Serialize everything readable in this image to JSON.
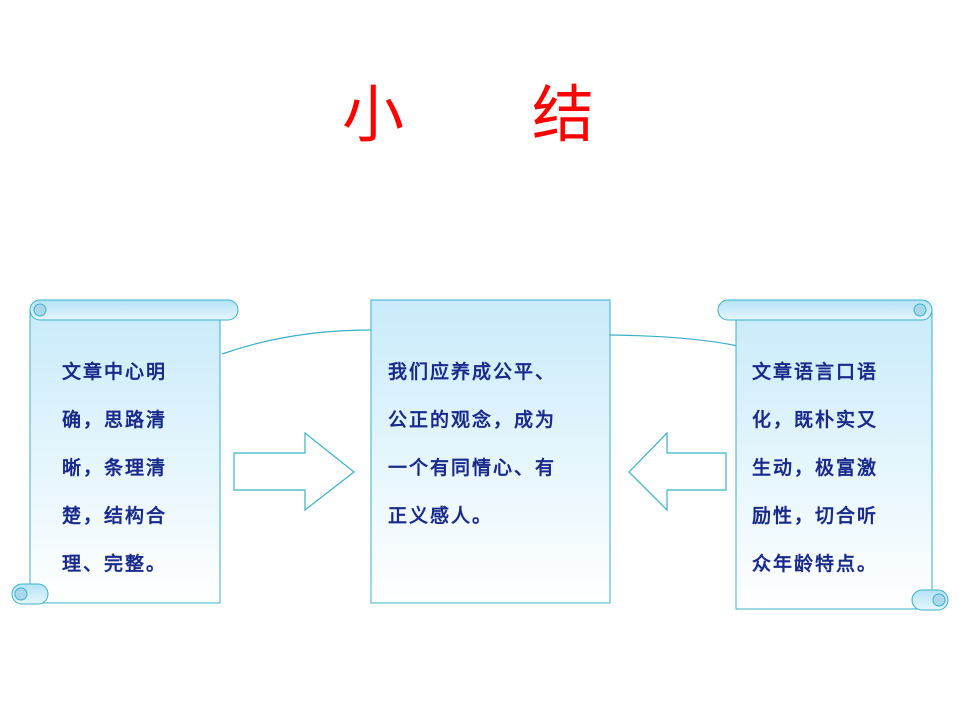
{
  "title": {
    "left": "小",
    "right": "结"
  },
  "left_scroll": {
    "lines": [
      "文章中心明",
      "确，思路清",
      "晰，条理清",
      "楚，结构合",
      "理、完整。"
    ]
  },
  "center_box": {
    "lines": [
      "我们应养成公平、",
      "公正的观念，成为",
      "一个有同情心、有",
      "正义感人。"
    ]
  },
  "right_scroll": {
    "lines": [
      "文章语言口语",
      "化，既朴实又",
      "生动，极富激",
      "励性，切合听",
      "众年龄特点。"
    ]
  },
  "colors": {
    "title": "#ff0000",
    "text": "#1a2a8a",
    "border": "#3ab0c8",
    "fill_top": "#c9ebfa",
    "fill_bottom": "#ffffff"
  }
}
